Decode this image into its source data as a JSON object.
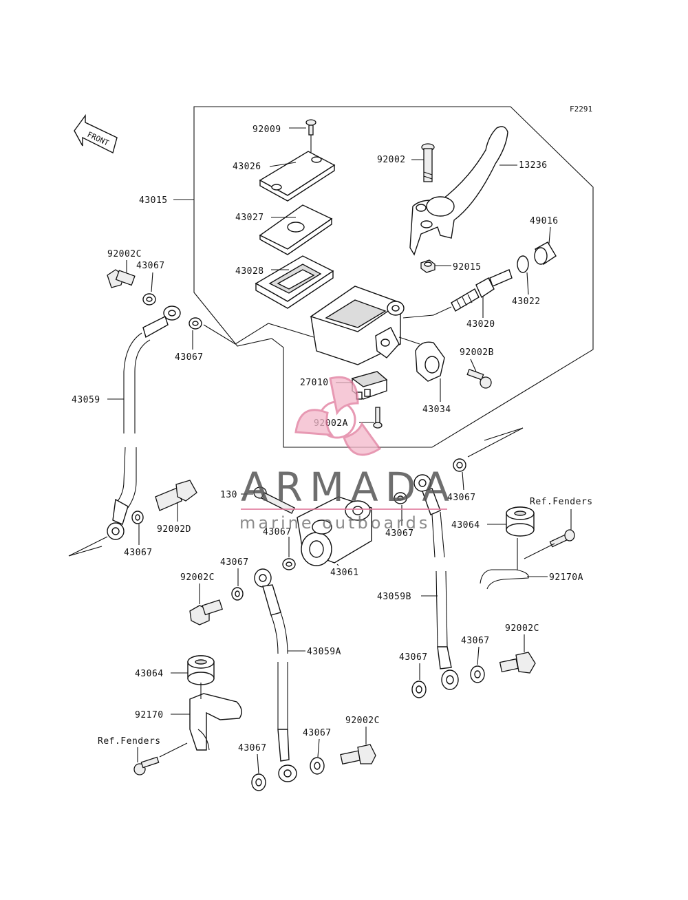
{
  "diagram_code": "F2291",
  "front_label": "FRONT",
  "watermark": {
    "brand": "ARMADA",
    "tagline": "marine outboards",
    "logo_color": "#e0789a"
  },
  "labels": {
    "p92009": "92009",
    "p43026": "43026",
    "p43015": "43015",
    "p43027": "43027",
    "p43028": "43028",
    "p92002": "92002",
    "p13236": "13236",
    "p49016": "49016",
    "p92015": "92015",
    "p43022": "43022",
    "p43020": "43020",
    "p92002B": "92002B",
    "p27010": "27010",
    "p92002A": "92002A",
    "p43034": "43034",
    "p92002C_a": "92002C",
    "p43067_a": "43067",
    "p43067_b": "43067",
    "p43059": "43059",
    "p43067_c": "43067",
    "p92002D": "92002D",
    "p130": "130",
    "p43067_d": "43067",
    "p43061": "43061",
    "p43067_e": "43067",
    "p43067_f": "43067",
    "p43064_a": "43064",
    "ref_fenders_a": "Ref.Fenders",
    "p92170A": "92170A",
    "p43059B": "43059B",
    "p92002C_b": "92002C",
    "p43067_g": "43067",
    "p43059A": "43059A",
    "p43067_h": "43067",
    "p92002C_c": "92002C",
    "p43067_i": "43067",
    "p43064_b": "43064",
    "p92170": "92170",
    "ref_fenders_b": "Ref.Fenders",
    "p43067_j": "43067",
    "p43067_k": "43067",
    "p92002C_d": "92002C"
  }
}
